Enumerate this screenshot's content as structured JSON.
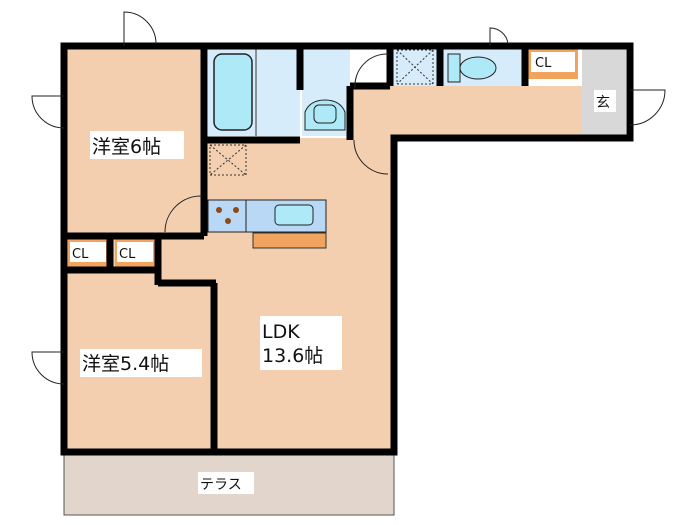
{
  "plan": {
    "rooms": {
      "western_room_1": {
        "label": "洋室6帖"
      },
      "western_room_2": {
        "label": "洋室5.4帖"
      },
      "ldk": {
        "label_line1": "LDK",
        "label_line2": "13.6帖"
      },
      "terrace": {
        "label": "テラス"
      },
      "entrance": {
        "label": "玄"
      },
      "closet_1": {
        "label": "CL"
      },
      "closet_2": {
        "label": "CL"
      },
      "closet_3": {
        "label": "CL"
      }
    },
    "colors": {
      "room_floor": "#f3cfb0",
      "wet_area": "#d7ecfb",
      "fixture": "#aee9f7",
      "wall": "#000000",
      "closet": "#f0a45e",
      "terrace": "#e2d6cc",
      "entrance": "#d8d8d8"
    }
  }
}
